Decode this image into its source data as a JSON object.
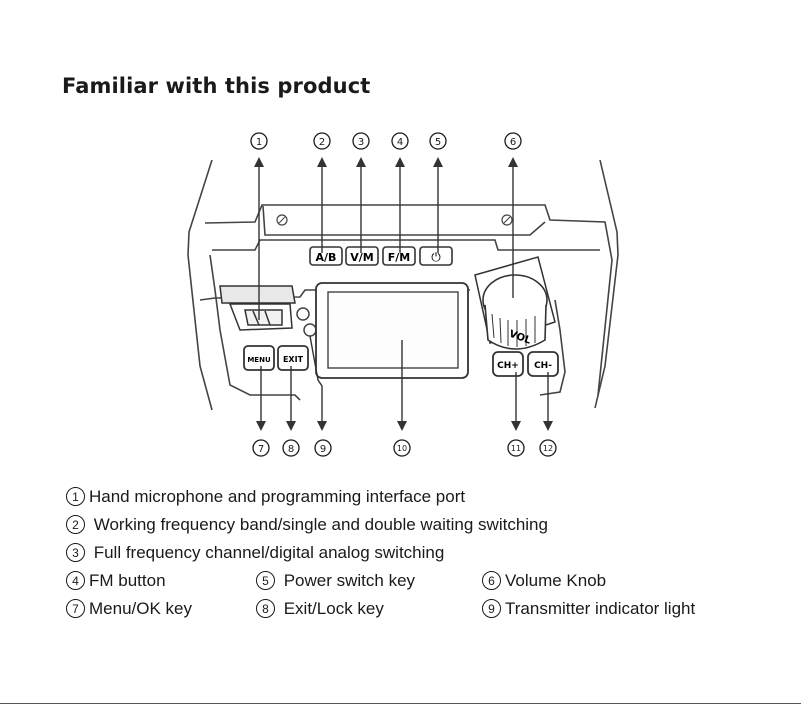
{
  "title": "Familiar with this product",
  "figure": {
    "top_callouts": [
      "1",
      "2",
      "3",
      "4",
      "5",
      "6"
    ],
    "bottom_callouts": [
      "7",
      "8",
      "9",
      "10",
      "11",
      "12"
    ],
    "buttons": {
      "ab": "A/B",
      "vm": "V/M",
      "fm": "F/M",
      "power": "⏻",
      "menu": "MENU",
      "exit": "EXIT",
      "ch_up": "CH+",
      "ch_down": "CH-",
      "knob": "VOL"
    }
  },
  "legend": [
    {
      "num": "1",
      "text": "Hand microphone and programming interface port"
    },
    {
      "num": "2",
      "text": " Working frequency band/single and double waiting switching"
    },
    {
      "num": "3",
      "text": " Full frequency channel/digital analog switching"
    },
    {
      "num": "4",
      "text": "FM button"
    },
    {
      "num": "5",
      "text": " Power switch key"
    },
    {
      "num": "6",
      "text": "Volume Knob"
    },
    {
      "num": "7",
      "text": "Menu/OK key"
    },
    {
      "num": "8",
      "text": " Exit/Lock key"
    },
    {
      "num": "9",
      "text": "Transmitter indicator light"
    }
  ]
}
